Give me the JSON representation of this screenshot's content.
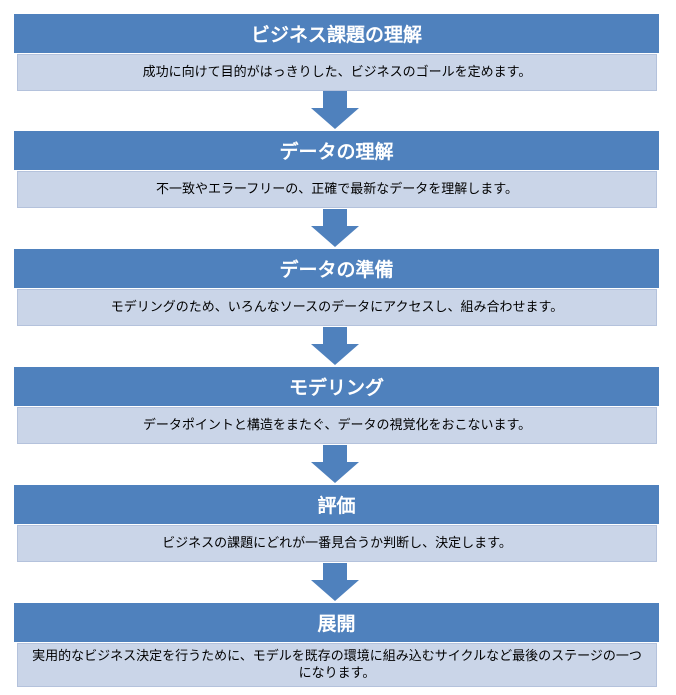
{
  "steps": [
    {
      "title": "ビジネス課題の理解",
      "description": "成功に向けて目的がはっきりした、ビジネスのゴールを定めます。"
    },
    {
      "title": "データの理解",
      "description": "不一致やエラーフリーの、正確で最新なデータを理解します。"
    },
    {
      "title": "データの準備",
      "description": "モデリングのため、いろんなソースのデータにアクセスし、組み合わせます。"
    },
    {
      "title": "モデリング",
      "description": "データポイントと構造をまたぐ、データの視覚化をおこないます。"
    },
    {
      "title": "評価",
      "description": "ビジネスの課題にどれが一番見合うか判断し、決定します。"
    },
    {
      "title": "展開",
      "description": "実用的なビジネス決定を行うために、モデルを既存の環境に組み込むサイクルなど最後のステージの一つになります。"
    }
  ],
  "colors": {
    "header": "#4f81bd",
    "description_bg": "#cad5e8",
    "arrow": "#4f81bd"
  }
}
